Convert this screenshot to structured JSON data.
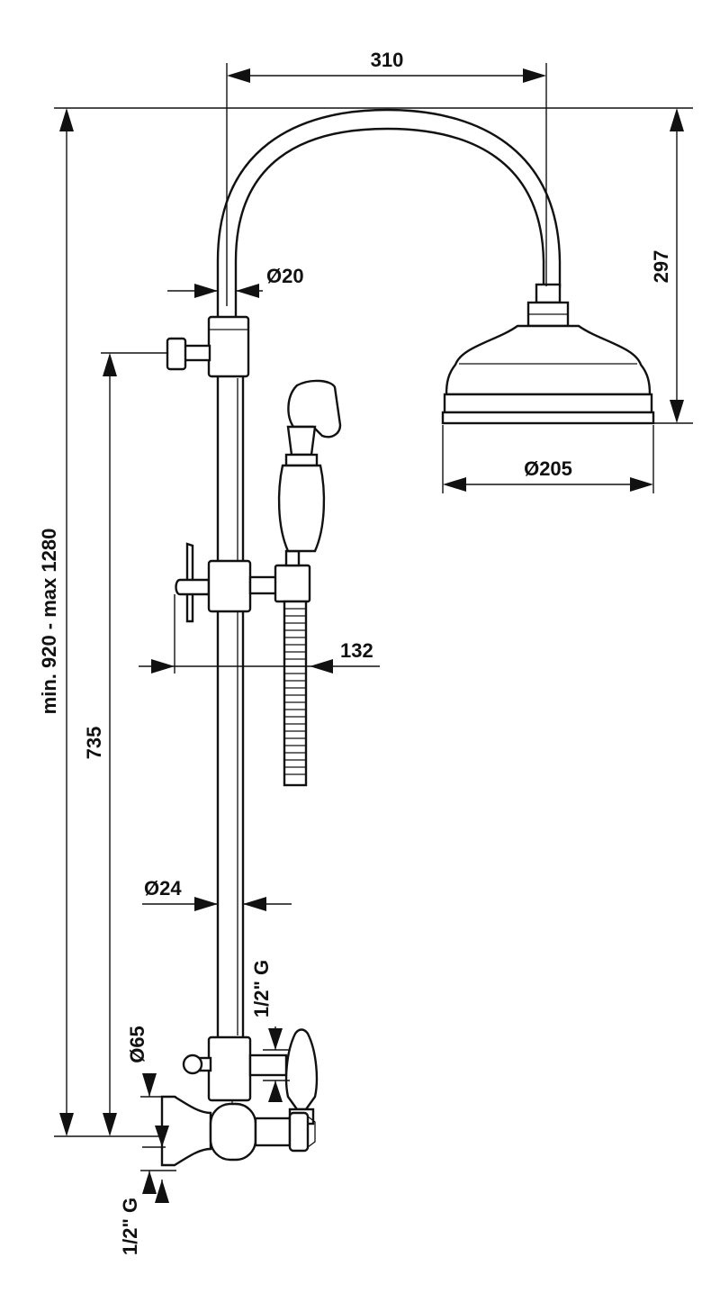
{
  "dimensions": {
    "arm_span": "310",
    "arm_pipe_diameter": "Ø20",
    "head_height": "297",
    "head_diameter": "Ø205",
    "hand_shower_offset": "132",
    "total_height": "min. 920 - max 1280",
    "slide_height": "735",
    "riser_diameter": "Ø24",
    "side_connection": "1/2\" G",
    "flange_diameter": "Ø65",
    "wall_connection": "1/2\" G"
  },
  "colors": {
    "line": "#111111",
    "background": "#ffffff"
  }
}
